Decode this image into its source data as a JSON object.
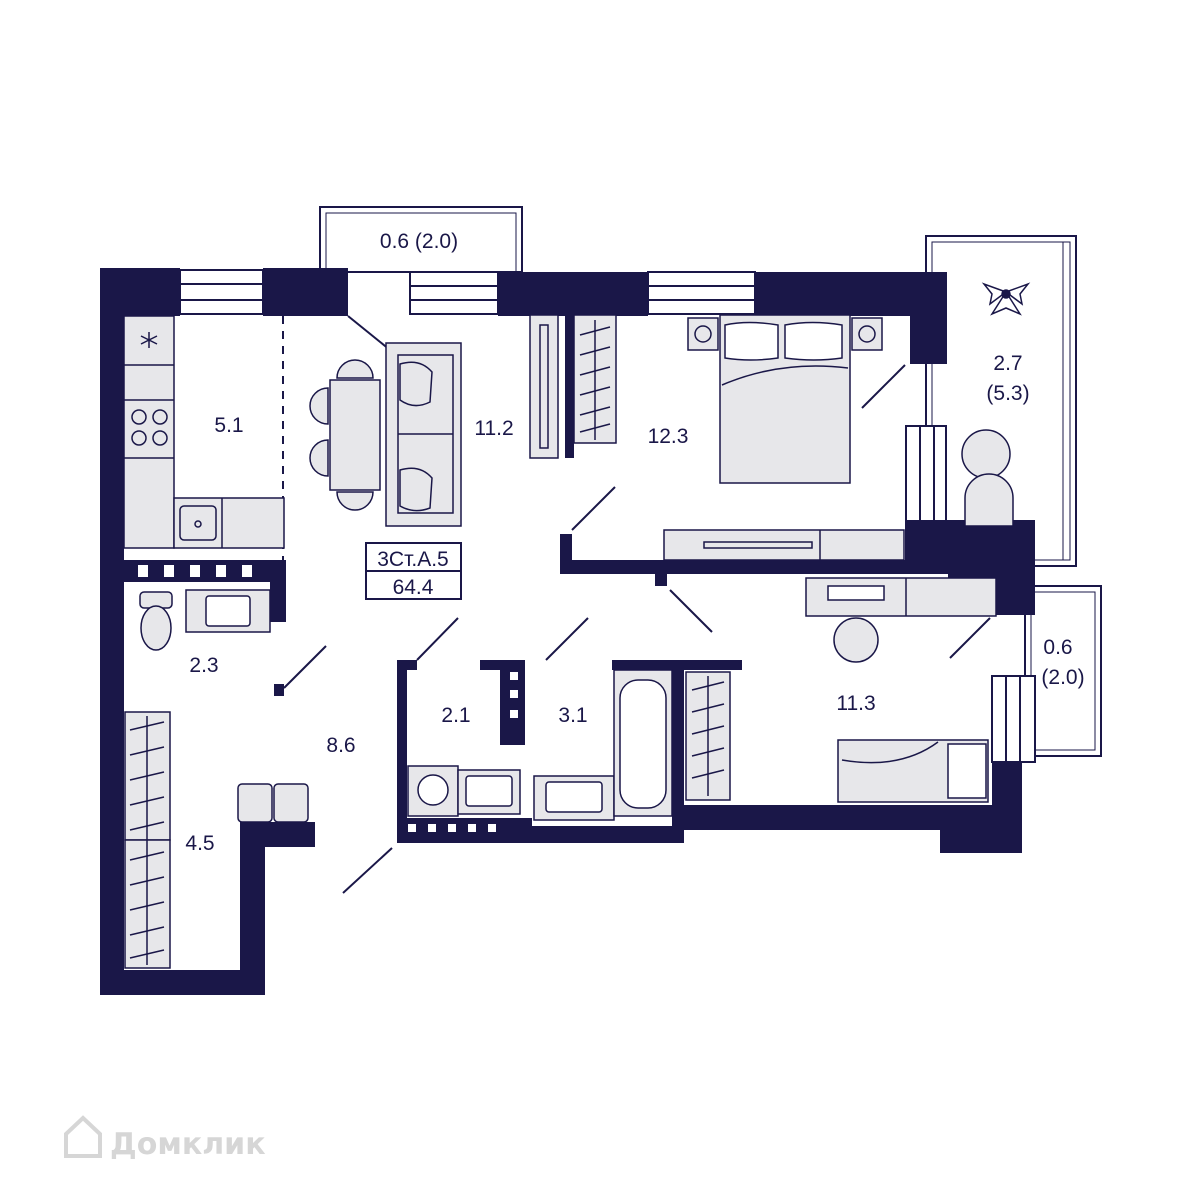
{
  "colors": {
    "wall": "#1a1748",
    "furniture": "#e7e7ea",
    "line": "#1a1748",
    "background": "#ffffff",
    "watermark": "#d6d6d6"
  },
  "plan": {
    "code": "3Ст.А.5",
    "total_area": "64.4"
  },
  "rooms": {
    "kitchen": "5.1",
    "living": "11.2",
    "bedroom": "12.3",
    "loggia_top": "0.6 (2.0)",
    "loggia_right_a": "2.7",
    "loggia_right_b": "(5.3)",
    "wc": "2.3",
    "hall": "8.6",
    "laundry": "2.1",
    "bathroom": "3.1",
    "child_room": "11.3",
    "balcony_right_a": "0.6",
    "balcony_right_b": "(2.0)",
    "wardrobe": "4.5"
  },
  "watermark": {
    "text": "Домклик",
    "icon": "house-logo-icon"
  }
}
